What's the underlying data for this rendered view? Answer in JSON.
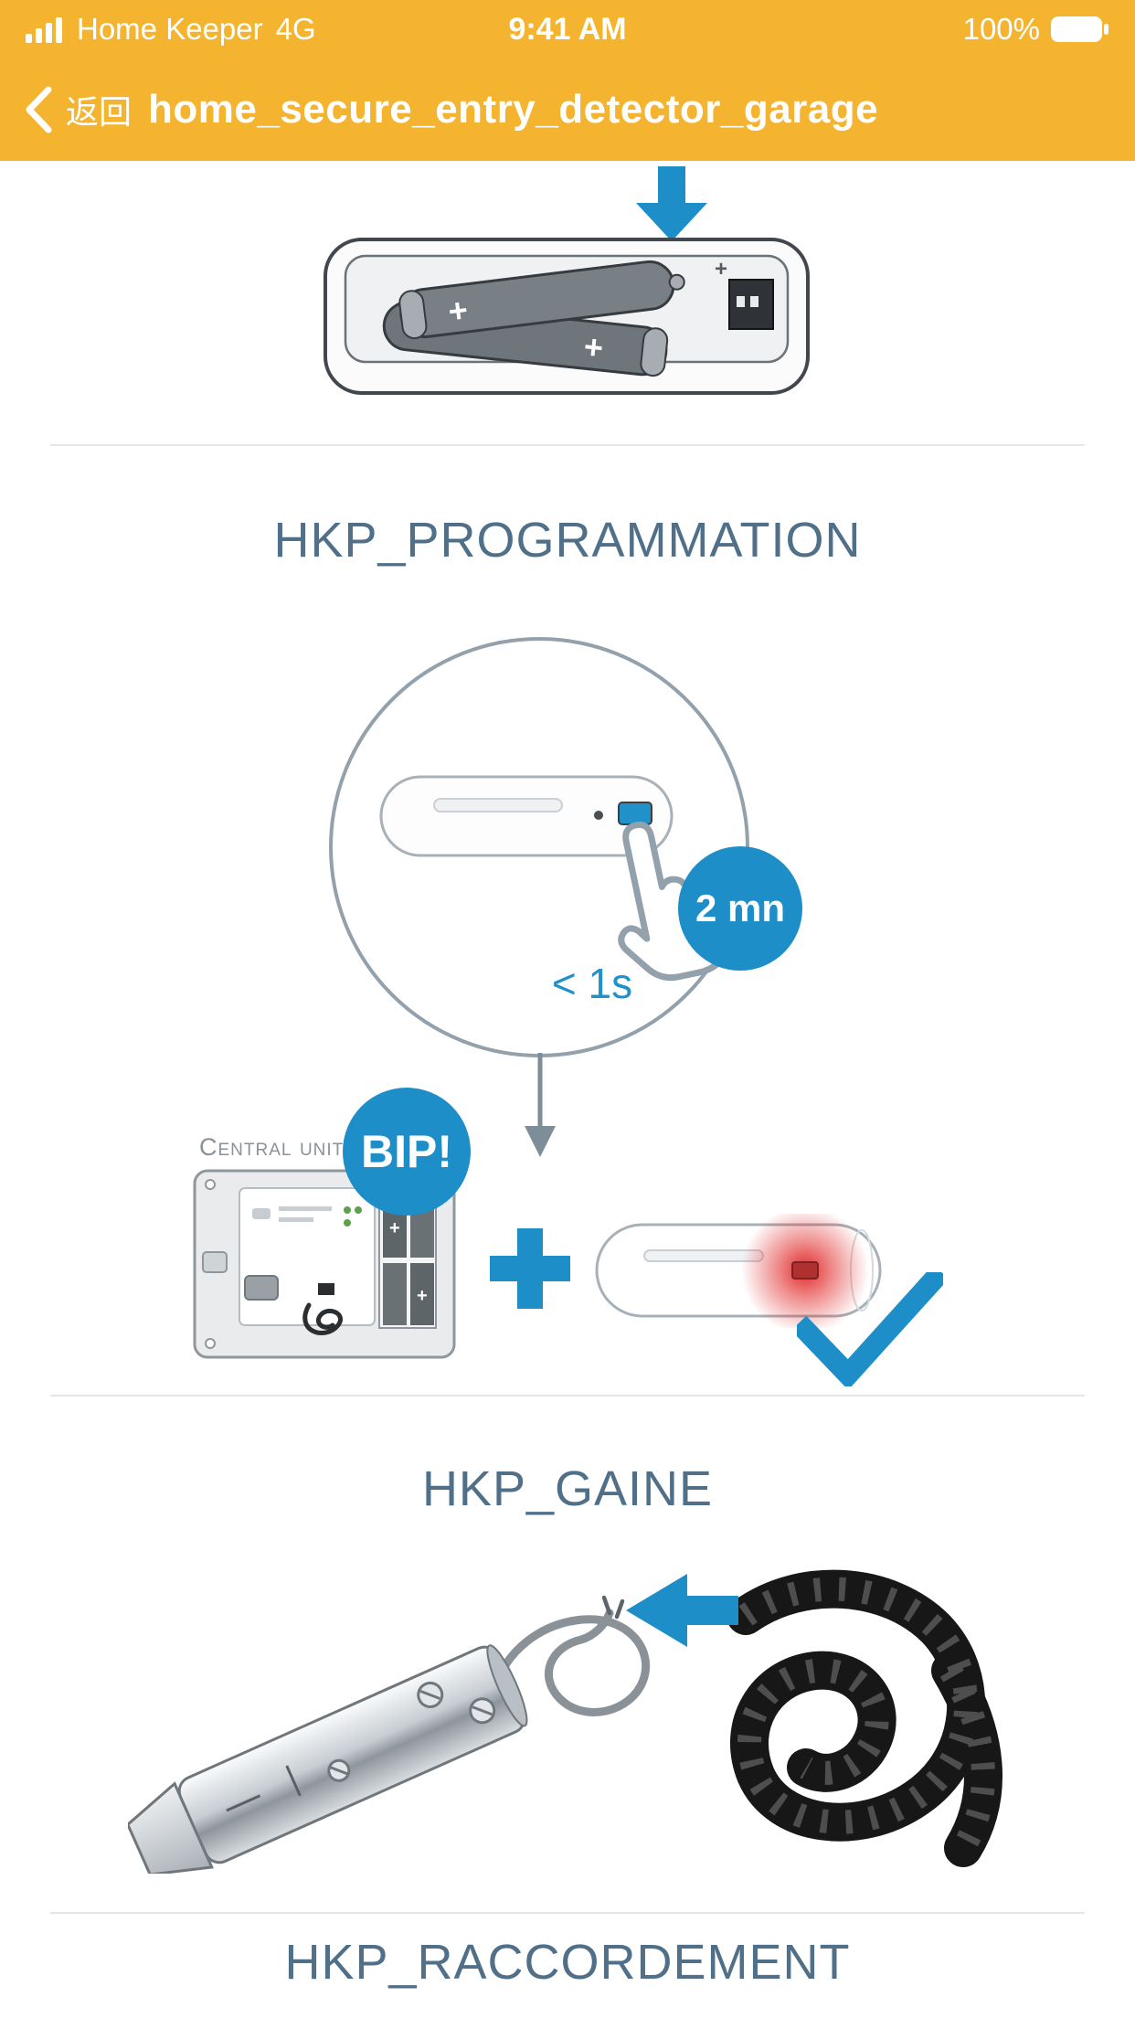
{
  "status_bar": {
    "carrier": "Home Keeper",
    "network": "4G",
    "time": "9:41 AM",
    "battery_percent": "100%"
  },
  "nav_bar": {
    "back_label": "返回",
    "title": "home_secure_entry_detector_garage"
  },
  "sections": [
    {
      "id": "programmation",
      "title": "HKP_PROGRAMMATION"
    },
    {
      "id": "gaine",
      "title": "HKP_GAINE"
    },
    {
      "id": "raccordement",
      "title": "HKP_RACCORDEMENT"
    }
  ],
  "programmation": {
    "press_duration_label": "< 1s",
    "wait_badge": "2 mn",
    "beep_badge": "BIP!",
    "central_unit_label": "Central unit"
  },
  "illustration": {
    "plus_mark": "+"
  },
  "colors": {
    "header_yellow": "#F5B42F",
    "accent_blue": "#1E8EC8",
    "section_title_gray_blue": "#50708A",
    "glow_red": "#E02020"
  }
}
